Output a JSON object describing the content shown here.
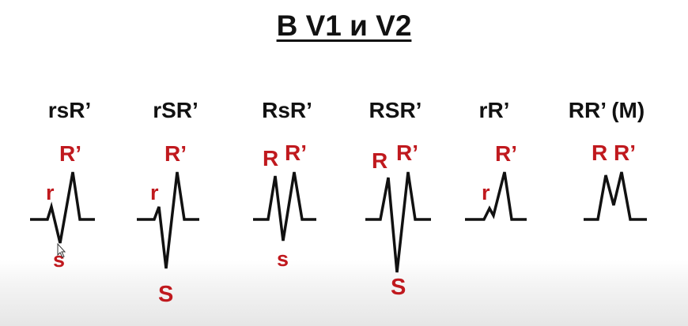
{
  "title": "В V1 и V2",
  "patterns": [
    {
      "label": "rsR’",
      "waves": [
        "r",
        "R’",
        "s"
      ]
    },
    {
      "label": "rSR’",
      "waves": [
        "r",
        "R’",
        "S"
      ]
    },
    {
      "label": "RsR’",
      "waves": [
        "R",
        "R’",
        "s"
      ]
    },
    {
      "label": "RSR’",
      "waves": [
        "R",
        "R’",
        "S"
      ]
    },
    {
      "label": "rR’",
      "waves": [
        "r",
        "R’"
      ]
    },
    {
      "label": "RR’ (M)",
      "waves": [
        "R",
        "R’"
      ]
    }
  ],
  "colors": {
    "wave_label": "#c0191e",
    "trace": "#111111",
    "text": "#111111"
  }
}
